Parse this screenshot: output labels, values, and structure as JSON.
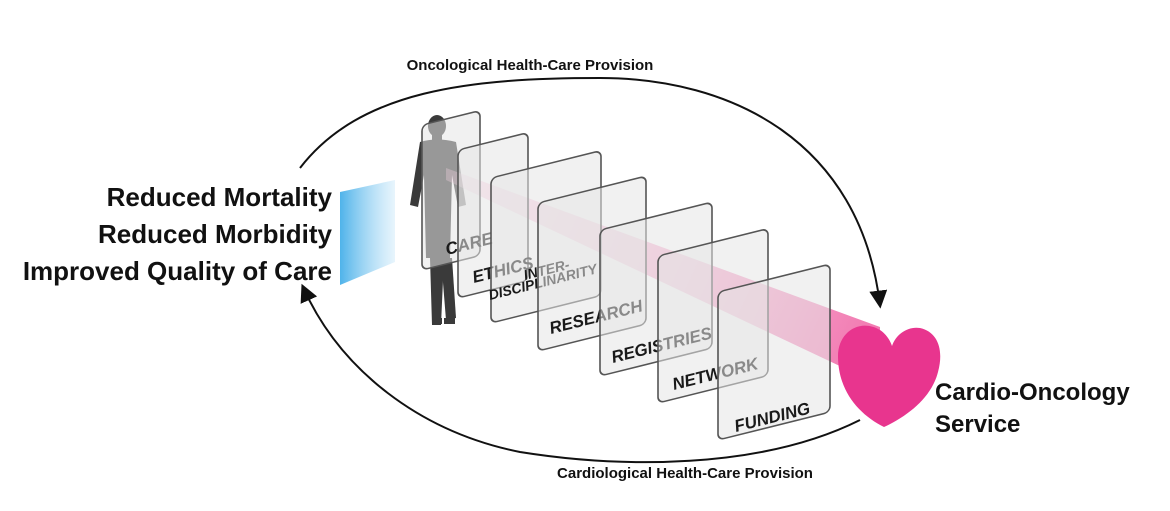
{
  "top_label": "Oncological Health-Care Provision",
  "bottom_label": "Cardiological Health-Care Provision",
  "outcomes": [
    "Reduced Mortality",
    "Reduced Morbidity",
    "Improved Quality of Care"
  ],
  "service": [
    "Cardio-Oncology",
    "Service"
  ],
  "panels": [
    {
      "label": "CARE"
    },
    {
      "label": "ETHICS"
    },
    {
      "label_lines": [
        "INTER-",
        "DISCIPLINARITY"
      ]
    },
    {
      "label": "RESEARCH"
    },
    {
      "label": "REGISTRIES"
    },
    {
      "label": "NETWORK"
    },
    {
      "label": "FUNDING"
    }
  ],
  "colors": {
    "heart": "#e8358e",
    "beam": "#f06aa8",
    "light": "#6fc2ee",
    "person": "#3a3a3a",
    "panel_border": "#555555",
    "panel_fill": "#e6e6e6"
  },
  "icons": [
    "person-silhouette-icon",
    "heart-icon"
  ]
}
